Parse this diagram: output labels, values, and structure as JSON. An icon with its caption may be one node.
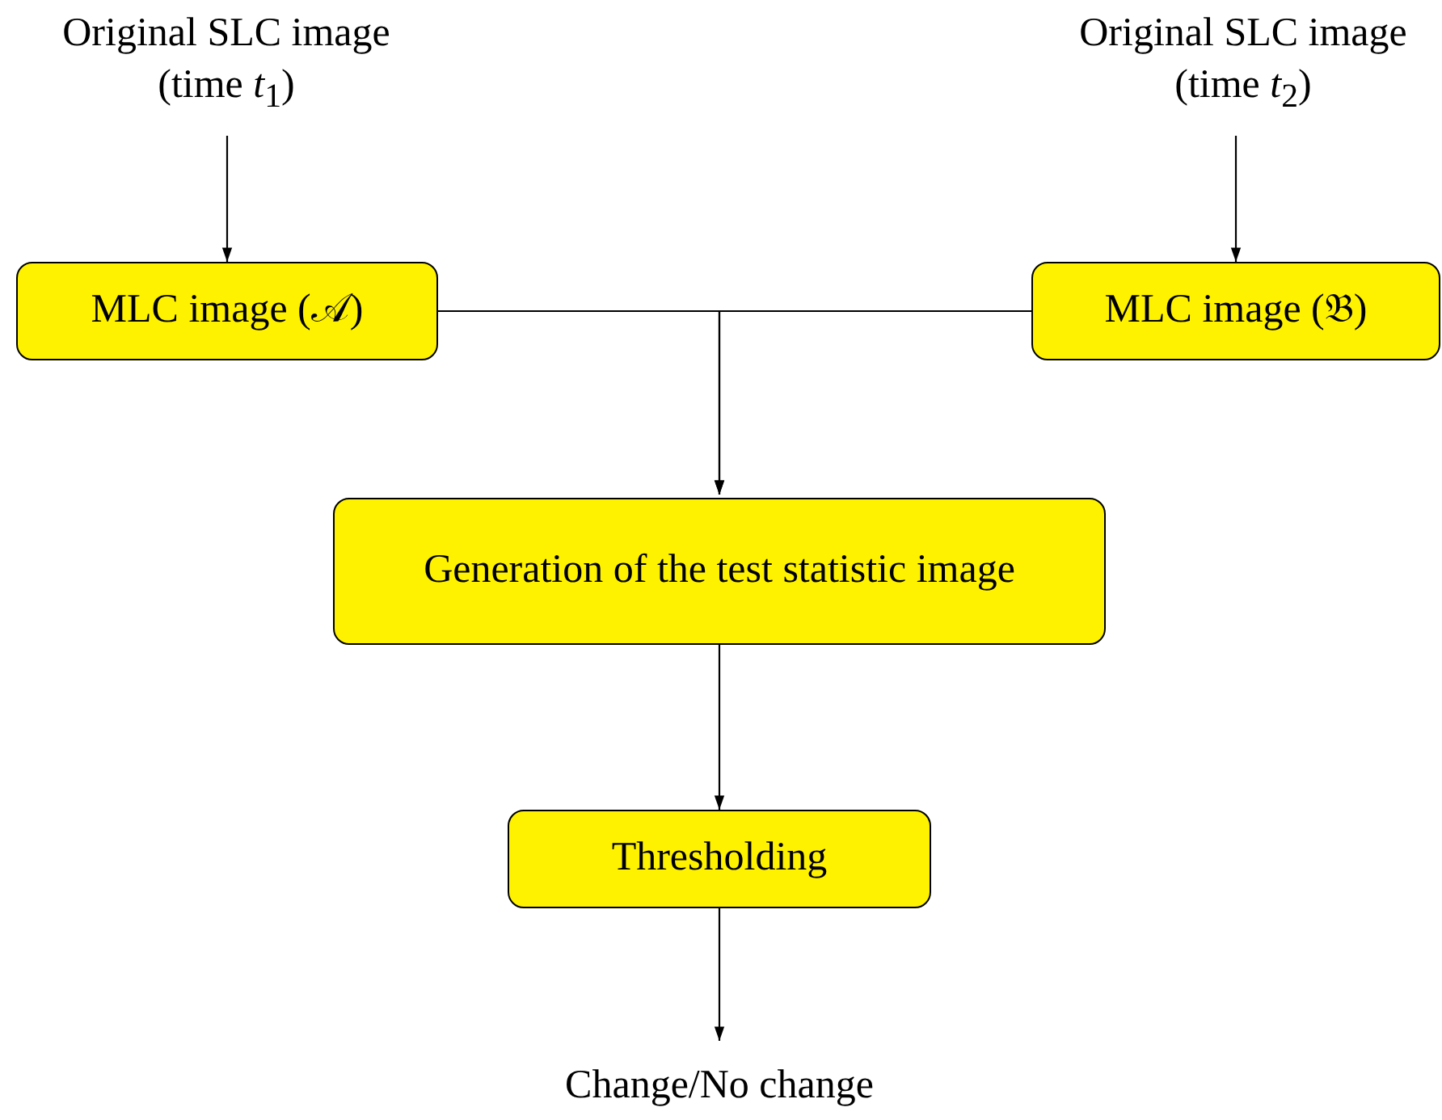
{
  "diagram": {
    "nodes": [
      {
        "text": [
          "Original SLC image (time *t*$_{1}$)"
        ]
      },
      {
        "text": [
          "Original SLC image (time *t*$_{2}$)"
        ]
      },
      {
        "text": [
          "MLC image (𝒜)"
        ]
      },
      {
        "text": [
          "MLC image (𝔅)"
        ]
      },
      {
        "text": [
          "Generation of the test statistic image"
        ]
      },
      {
        "text": [
          "Thresholding"
        ]
      },
      {
        "text": [
          "Change/No change"
        ]
      }
    ],
    "edges": [
      {
        "from": 0,
        "to": 2,
        "arrow": "to"
      },
      {
        "from": 1,
        "to": 3,
        "arrow": "to"
      },
      {
        "from": 2,
        "to": 4,
        "arrow": "to"
      },
      {
        "from": 3,
        "to": 4,
        "arrow": "to"
      },
      {
        "from": 4,
        "to": 5,
        "arrow": "to"
      },
      {
        "from": 5,
        "to": 6,
        "arrow": "to"
      }
    ]
  }
}
